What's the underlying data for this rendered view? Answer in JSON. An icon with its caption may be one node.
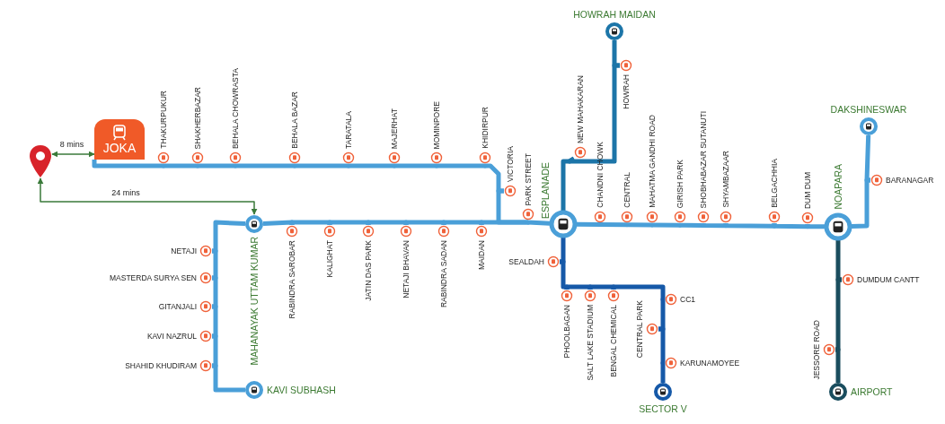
{
  "diagram": {
    "nodes": [
      {
        "text": [],
        "shape": "picture"
      },
      {
        "text": [
          "JOKA"
        ]
      },
      {
        "text": [
          "THAKURPUKUR"
        ]
      },
      {
        "text": [
          "SHAKHERBAZAR"
        ]
      },
      {
        "text": [
          "BEHALA CHOWRASTA"
        ]
      },
      {
        "text": [
          "BEHALA BAZAR"
        ]
      },
      {
        "text": [
          "TARATALA"
        ]
      },
      {
        "text": [
          "MAJERHAT"
        ]
      },
      {
        "text": [
          "MOMINPORE"
        ]
      },
      {
        "text": [
          "KHIDIRPUR"
        ]
      },
      {
        "text": [
          "HOWRAH MAIDAN"
        ]
      },
      {
        "text": [
          "HOWRAH"
        ]
      },
      {
        "text": [
          "NEW MAHAKARAN"
        ]
      },
      {
        "text": [
          "VICTORIA"
        ]
      },
      {
        "text": [
          "PARK STREET"
        ]
      },
      {
        "text": [
          "DAKSHINESWAR"
        ]
      },
      {
        "text": [
          "ESPLANADE"
        ]
      },
      {
        "text": [
          "CHANDNI CHOWK"
        ]
      },
      {
        "text": [
          "CENTRAL"
        ]
      },
      {
        "text": [
          "MAHATMA GANDHI ROAD"
        ]
      },
      {
        "text": [
          "GIRISH PARK"
        ]
      },
      {
        "text": [
          "SHOBHABAZAR SUTANUTI"
        ]
      },
      {
        "text": [
          "SHYAMBAZAAR"
        ]
      },
      {
        "text": [
          "BELGACHHIA"
        ]
      },
      {
        "text": [
          "DUM DUM"
        ]
      },
      {
        "text": [
          "NOAPARA"
        ]
      },
      {
        "text": [
          "BARANAGAR"
        ]
      },
      {
        "text": [
          "NETAJI"
        ]
      },
      {
        "text": [
          "MASTERDA SURYA SEN"
        ]
      },
      {
        "text": [
          "MAHANAYAK UTTAM KUMAR"
        ]
      },
      {
        "text": [
          "RABINDRA SAROBAR"
        ]
      },
      {
        "text": [
          "KALIGHAT"
        ]
      },
      {
        "text": [
          "JATIN DAS PARK"
        ]
      },
      {
        "text": [
          "NETAJI BHAVAN"
        ]
      },
      {
        "text": [
          "RABINDRA SADAN"
        ]
      },
      {
        "text": [
          "MAIDAN"
        ]
      },
      {
        "text": [
          "GITANJALI"
        ]
      },
      {
        "text": [
          "KAVI NAZRUL"
        ]
      },
      {
        "text": [
          "SHAHID KHUDIRAM"
        ]
      },
      {
        "text": [
          "SEALDAH"
        ]
      },
      {
        "text": [
          "DUMDUM CANTT"
        ]
      },
      {
        "text": [
          "CC1"
        ]
      },
      {
        "text": [
          "PHOOLBAGAN"
        ]
      },
      {
        "text": [
          "SALT LAKE STADIUM"
        ]
      },
      {
        "text": [
          "BENGAL CHEMICAL"
        ]
      },
      {
        "text": [
          "CENTRAL PARK"
        ]
      },
      {
        "text": [
          "JESSORE ROAD"
        ]
      },
      {
        "text": [
          "KARUNAMOYEE"
        ]
      },
      {
        "text": [
          "KAVI SUBHASH"
        ]
      },
      {
        "text": [
          "SECTOR V"
        ]
      },
      {
        "text": [
          "AIRPORT"
        ]
      }
    ],
    "edges": [
      {
        "from": 0,
        "to": 1,
        "arrow": "both",
        "label": "8 mins",
        "color": "#3a7a3a"
      },
      {
        "from": 0,
        "to": 29,
        "arrow": "both",
        "label": "24 mins",
        "color": "#3a7a3a"
      },
      {
        "from": 1,
        "to": 2,
        "arrow": "none"
      },
      {
        "from": 2,
        "to": 3,
        "arrow": "none"
      },
      {
        "from": 3,
        "to": 4,
        "arrow": "none"
      },
      {
        "from": 4,
        "to": 5,
        "arrow": "none"
      },
      {
        "from": 5,
        "to": 6,
        "arrow": "none"
      },
      {
        "from": 6,
        "to": 7,
        "arrow": "none"
      },
      {
        "from": 7,
        "to": 8,
        "arrow": "none"
      },
      {
        "from": 8,
        "to": 9,
        "arrow": "none"
      },
      {
        "from": 9,
        "to": 13,
        "arrow": "none"
      },
      {
        "from": 13,
        "to": 14,
        "arrow": "none"
      },
      {
        "from": 48,
        "to": 38,
        "arrow": "none"
      },
      {
        "from": 38,
        "to": 37,
        "arrow": "none"
      },
      {
        "from": 37,
        "to": 36,
        "arrow": "none"
      },
      {
        "from": 36,
        "to": 28,
        "arrow": "none"
      },
      {
        "from": 28,
        "to": 27,
        "arrow": "none"
      },
      {
        "from": 27,
        "to": 29,
        "arrow": "none"
      },
      {
        "from": 29,
        "to": 30,
        "arrow": "none"
      },
      {
        "from": 30,
        "to": 31,
        "arrow": "none"
      },
      {
        "from": 31,
        "to": 32,
        "arrow": "none"
      },
      {
        "from": 32,
        "to": 33,
        "arrow": "none"
      },
      {
        "from": 33,
        "to": 34,
        "arrow": "none"
      },
      {
        "from": 34,
        "to": 35,
        "arrow": "none"
      },
      {
        "from": 35,
        "to": 14,
        "arrow": "none"
      },
      {
        "from": 14,
        "to": 16,
        "arrow": "none"
      },
      {
        "from": 16,
        "to": 17,
        "arrow": "none"
      },
      {
        "from": 17,
        "to": 18,
        "arrow": "none"
      },
      {
        "from": 18,
        "to": 19,
        "arrow": "none"
      },
      {
        "from": 19,
        "to": 20,
        "arrow": "none"
      },
      {
        "from": 20,
        "to": 21,
        "arrow": "none"
      },
      {
        "from": 21,
        "to": 22,
        "arrow": "none"
      },
      {
        "from": 22,
        "to": 23,
        "arrow": "none"
      },
      {
        "from": 23,
        "to": 24,
        "arrow": "none"
      },
      {
        "from": 24,
        "to": 25,
        "arrow": "none"
      },
      {
        "from": 25,
        "to": 26,
        "arrow": "none"
      },
      {
        "from": 26,
        "to": 15,
        "arrow": "none"
      },
      {
        "from": 16,
        "to": 12,
        "arrow": "none",
        "color": "#1c75a8"
      },
      {
        "from": 12,
        "to": 11,
        "arrow": "none",
        "color": "#1c75a8"
      },
      {
        "from": 11,
        "to": 10,
        "arrow": "none",
        "color": "#1c75a8"
      },
      {
        "from": 16,
        "to": 39,
        "arrow": "none",
        "color": "#1659a8"
      },
      {
        "from": 39,
        "to": 42,
        "arrow": "none",
        "color": "#1659a8"
      },
      {
        "from": 42,
        "to": 43,
        "arrow": "none",
        "color": "#1659a8"
      },
      {
        "from": 43,
        "to": 44,
        "arrow": "none",
        "color": "#1659a8"
      },
      {
        "from": 44,
        "to": 41,
        "arrow": "none",
        "color": "#1659a8"
      },
      {
        "from": 41,
        "to": 45,
        "arrow": "none",
        "color": "#1659a8"
      },
      {
        "from": 45,
        "to": 47,
        "arrow": "none",
        "color": "#1659a8"
      },
      {
        "from": 47,
        "to": 49,
        "arrow": "none",
        "color": "#1659a8"
      },
      {
        "from": 25,
        "to": 40,
        "arrow": "none",
        "color": "#1a4d5e"
      },
      {
        "from": 40,
        "to": 46,
        "arrow": "none",
        "color": "#1a4d5e"
      },
      {
        "from": 46,
        "to": 50,
        "arrow": "none",
        "color": "#1a4d5e"
      }
    ]
  }
}
